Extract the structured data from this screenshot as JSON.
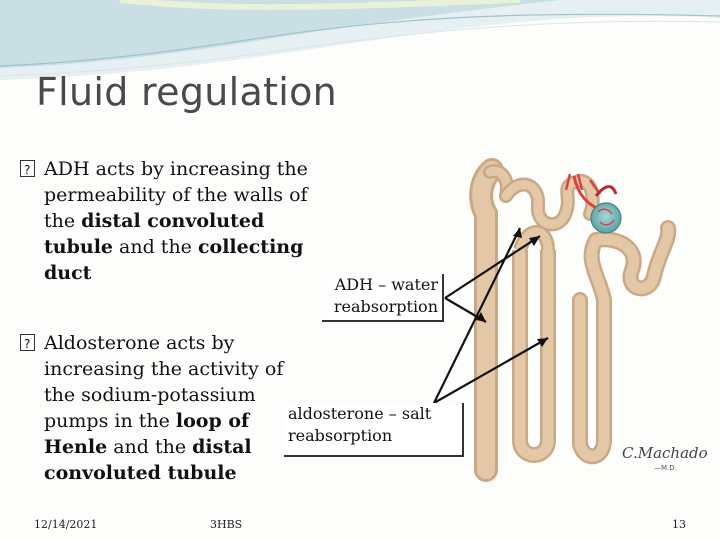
{
  "title": "Fluid regulation",
  "bullets": [
    {
      "lines": [
        [
          {
            "t": "ADH acts by increasing the",
            "b": false
          }
        ],
        [
          {
            "t": "permeability of the walls of",
            "b": false
          }
        ],
        [
          {
            "t": "the ",
            "b": false
          },
          {
            "t": "distal convoluted",
            "b": true
          }
        ],
        [
          {
            "t": "tubule",
            "b": true
          },
          {
            "t": " and the ",
            "b": false
          },
          {
            "t": "collecting",
            "b": true
          }
        ],
        [
          {
            "t": "duct",
            "b": true
          }
        ]
      ]
    },
    {
      "lines": [
        [
          {
            "t": "Aldosterone acts by",
            "b": false
          }
        ],
        [
          {
            "t": "increasing the activity of",
            "b": false
          }
        ],
        [
          {
            "t": "the sodium-potassium",
            "b": false
          }
        ],
        [
          {
            "t": "pumps in the ",
            "b": false
          },
          {
            "t": "loop of",
            "b": true
          }
        ],
        [
          {
            "t": "Henle",
            "b": true
          },
          {
            "t": " and the ",
            "b": false
          },
          {
            "t": "distal",
            "b": true
          }
        ],
        [
          {
            "t": "convoluted tubule",
            "b": true
          }
        ]
      ]
    }
  ],
  "callouts": {
    "adh": [
      "ADH – water",
      "reabsorption"
    ],
    "aldosterone": [
      "aldosterone – salt",
      "reabsorption"
    ]
  },
  "illustration": {
    "signature": "C.Machado",
    "signature_sub": "—M.D."
  },
  "footer": {
    "date": "12/14/2021",
    "center": "3HBS",
    "page": "13"
  },
  "colors": {
    "title": "#4a4a4a",
    "tubule": "#e3c7a7",
    "tubule_shade": "#c9a886",
    "vessel": "#d94343",
    "glomerulus": "#6ab0b2",
    "swoosh": "#c9dfe3"
  }
}
